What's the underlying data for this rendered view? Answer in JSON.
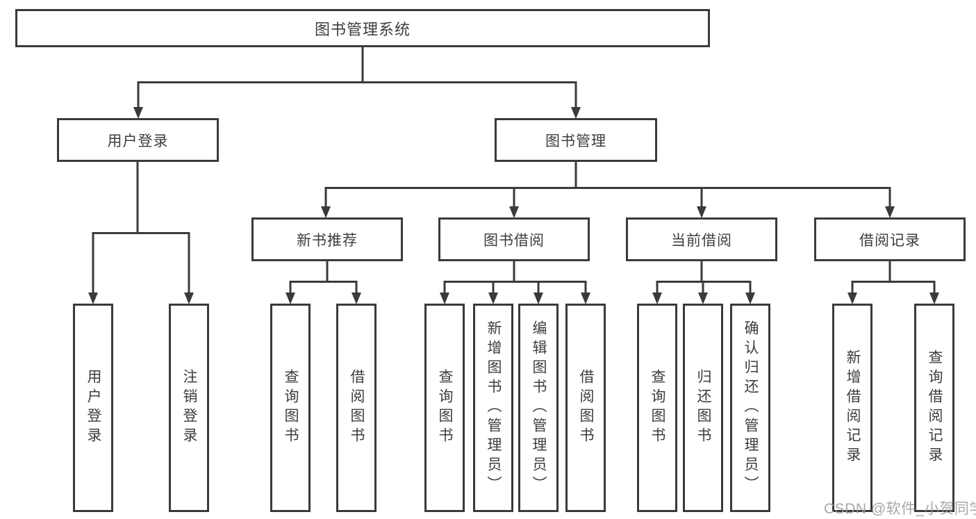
{
  "colors": {
    "line": "#3a3a3a",
    "box_border": "#3a3a3a",
    "text": "#3d3d3d",
    "watermark": "#9e9e9e",
    "background": "#ffffff"
  },
  "watermark": "CSDN @软件_小贺同学",
  "tree": {
    "root": {
      "label": "图书管理系统",
      "children": [
        {
          "label": "用户登录",
          "children": [
            {
              "label": "用户登录"
            },
            {
              "label": "注销登录"
            }
          ]
        },
        {
          "label": "图书管理",
          "children": [
            {
              "label": "新书推荐",
              "children": [
                {
                  "label": "查询图书"
                },
                {
                  "label": "借阅图书"
                }
              ]
            },
            {
              "label": "图书借阅",
              "children": [
                {
                  "label": "查询图书"
                },
                {
                  "label": "新增图书（管理员）"
                },
                {
                  "label": "编辑图书（管理员）"
                },
                {
                  "label": "借阅图书"
                }
              ]
            },
            {
              "label": "当前借阅",
              "children": [
                {
                  "label": "查询图书"
                },
                {
                  "label": "归还图书"
                },
                {
                  "label": "确认归还（管理员）"
                }
              ]
            },
            {
              "label": "借阅记录",
              "children": [
                {
                  "label": "新增借阅记录"
                },
                {
                  "label": "查询借阅记录"
                }
              ]
            }
          ]
        }
      ]
    }
  }
}
